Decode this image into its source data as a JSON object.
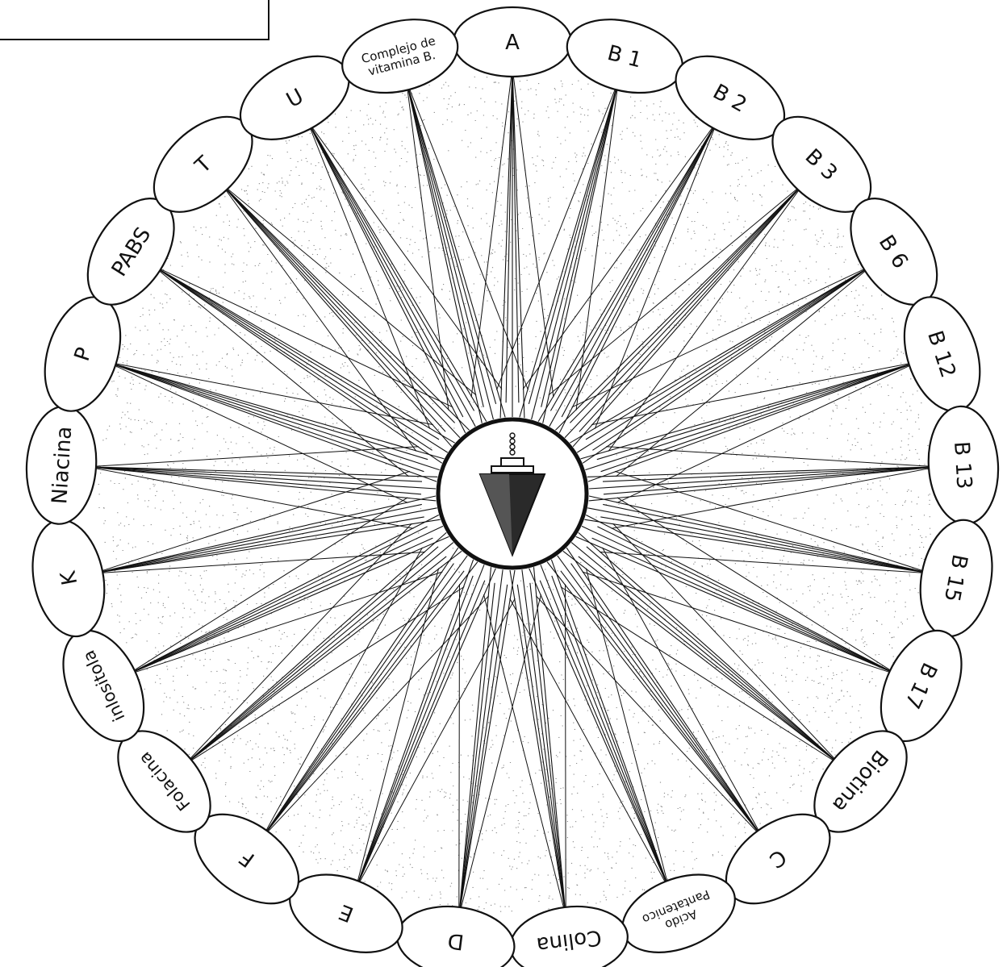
{
  "colors": {
    "ink": "#111111",
    "paper": "#ffffff",
    "shade": "#8a8a8a"
  },
  "center_icon": "pendulum-icon",
  "labels": [
    "A",
    "B 1",
    "B 2",
    "B 3",
    "B 6",
    "B 12",
    "B 13",
    "B 15",
    "B 17",
    "Biotina",
    "C",
    [
      "Acido",
      "Pantatenico"
    ],
    "Colina",
    "D",
    "E",
    "F",
    "Folacina",
    "inlositola",
    "K",
    "Niacina",
    "P",
    "PABS",
    "T",
    "U",
    [
      "Complejo de",
      "vitamina B."
    ]
  ]
}
